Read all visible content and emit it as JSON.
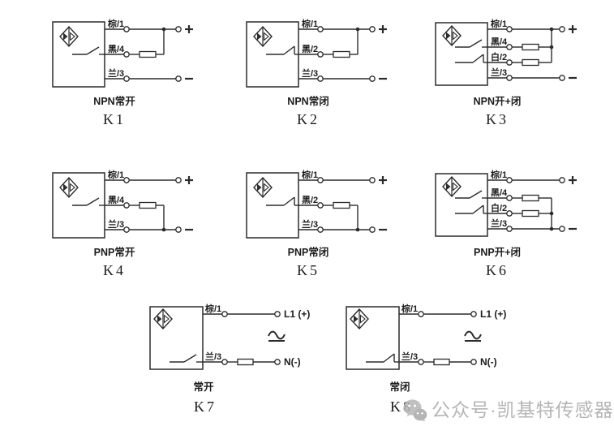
{
  "colors": {
    "background": "#ffffff",
    "line": "#2b2b2b",
    "text": "#1c1c1c",
    "watermark_text": "#b5b5b5",
    "watermark_icon": "#c6c6c6"
  },
  "diagrams": [
    {
      "id": "K1",
      "caption": "NPN常开",
      "layout": "dc3",
      "polarity": "npn",
      "switch": "no",
      "wires": [
        "棕/1",
        "黑/4",
        "兰/3"
      ],
      "terminals": [
        "+",
        "-"
      ]
    },
    {
      "id": "K2",
      "caption": "NPN常闭",
      "layout": "dc3",
      "polarity": "npn",
      "switch": "nc",
      "wires": [
        "棕/1",
        "黑/2",
        "兰/3"
      ],
      "terminals": [
        "+",
        "-"
      ]
    },
    {
      "id": "K3",
      "caption": "NPN开+闭",
      "layout": "dc4",
      "polarity": "npn",
      "switches": [
        "no",
        "nc"
      ],
      "wires": [
        "棕/1",
        "黑/4",
        "白/2",
        "兰/3"
      ],
      "terminals": [
        "+",
        "-"
      ]
    },
    {
      "id": "K4",
      "caption": "PNP常开",
      "layout": "dc3",
      "polarity": "pnp",
      "switch": "no",
      "wires": [
        "棕/1",
        "黑/4",
        "兰/3"
      ],
      "terminals": [
        "+",
        "-"
      ]
    },
    {
      "id": "K5",
      "caption": "PNP常闭",
      "layout": "dc3",
      "polarity": "pnp",
      "switch": "nc",
      "wires": [
        "棕/1",
        "黑/2",
        "兰/3"
      ],
      "terminals": [
        "+",
        "-"
      ]
    },
    {
      "id": "K6",
      "caption": "PNP开+闭",
      "layout": "dc4",
      "polarity": "pnp",
      "switches": [
        "no",
        "nc"
      ],
      "wires": [
        "棕/1",
        "黑/4",
        "白/2",
        "兰/3"
      ],
      "terminals": [
        "+",
        "-"
      ]
    },
    {
      "id": "K7",
      "caption": "常开",
      "layout": "ac2",
      "switch": "no",
      "wires": [
        "棕/1",
        "兰/3"
      ],
      "terminals": [
        "L1 (+)",
        "N(-)"
      ],
      "ac_symbol": "≃"
    },
    {
      "id": "K8",
      "caption": "常闭",
      "layout": "ac2",
      "switch": "nc",
      "wires": [
        "棕/1",
        "兰/3"
      ],
      "terminals": [
        "L1 (+)",
        "N(-)"
      ],
      "ac_symbol": "≃"
    }
  ],
  "watermark": {
    "icon": "wechat-icon",
    "text": "公众号·凯基特传感器"
  }
}
